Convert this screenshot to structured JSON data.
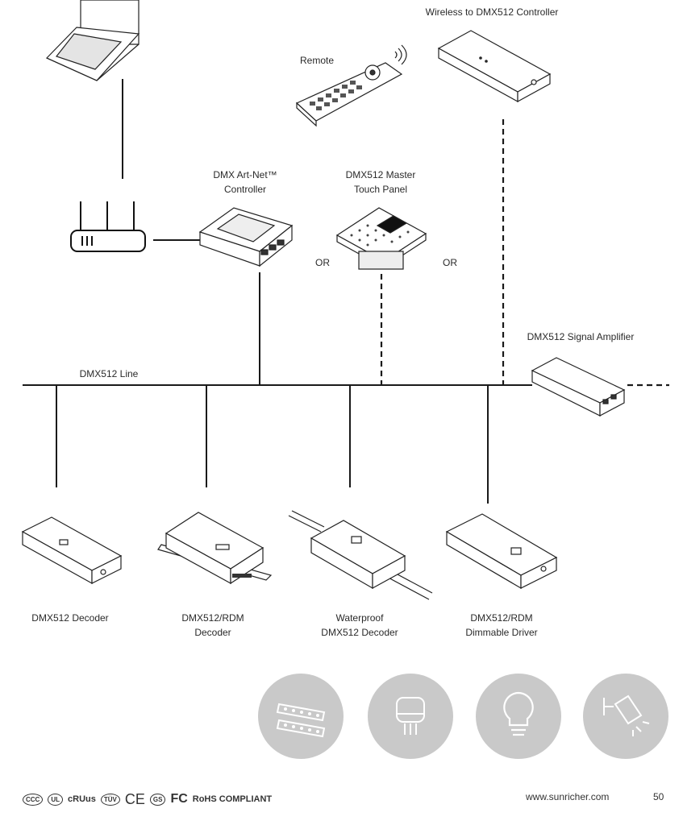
{
  "labels": {
    "wireless_controller": "Wireless to DMX512 Controller",
    "remote": "Remote",
    "artnet_line1": "DMX Art-Net™",
    "artnet_line2": "Controller",
    "touch_line1": "DMX512 Master",
    "touch_line2": "Touch Panel",
    "or_left": "OR",
    "or_right": "OR",
    "amplifier": "DMX512 Signal Amplifier",
    "dmx_line": "DMX512 Line",
    "decoder": "DMX512 Decoder",
    "rdm_decoder_line1": "DMX512/RDM",
    "rdm_decoder_line2": "Decoder",
    "waterproof_line1": "Waterproof",
    "waterproof_line2": "DMX512 Decoder",
    "driver_line1": "DMX512/RDM",
    "driver_line2": "Dimmable Driver"
  },
  "footer": {
    "website": "www.sunricher.com",
    "page_number": "50",
    "certifications": [
      "CCC",
      "UL",
      "cRUus",
      "TÜV",
      "CE",
      "GS",
      "FC",
      "RoHS COMPLIANT"
    ]
  },
  "application_icons": [
    "led-strip-icon",
    "downlight-icon",
    "bulb-icon",
    "spotlight-icon"
  ]
}
